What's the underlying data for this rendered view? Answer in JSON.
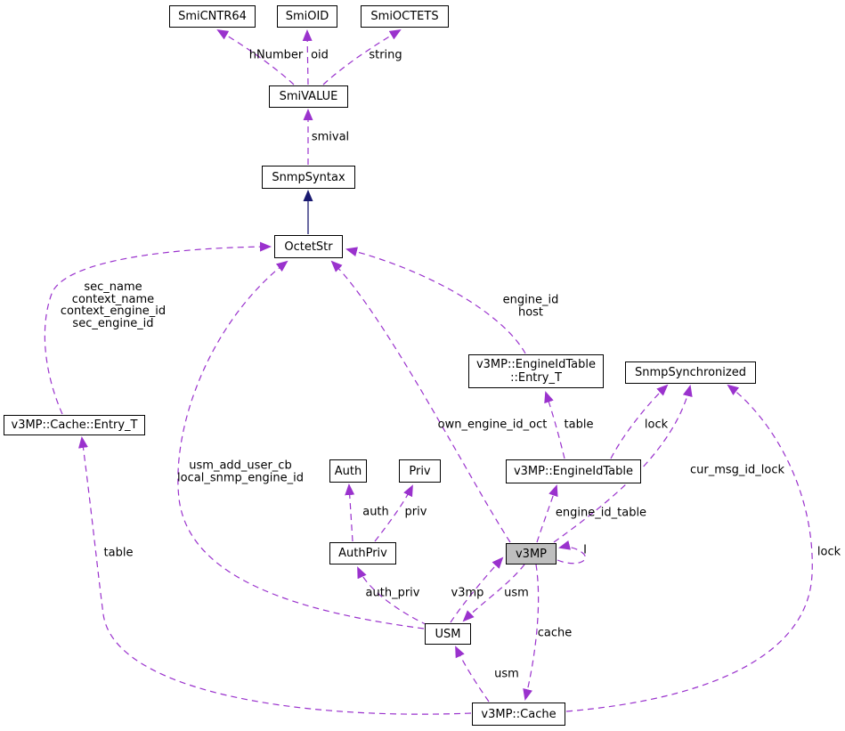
{
  "diagram": {
    "type": "uml-collaboration-diagram",
    "highlighted_node": "v3MP",
    "colors": {
      "background": "#ffffff",
      "usage_edge": "#9a32cd",
      "inheritance_edge": "#191970",
      "node_border": "#000000",
      "node_fill": "#ffffff",
      "highlight_fill": "#bfbfbf",
      "text": "#000000"
    },
    "nodes": [
      {
        "id": "SmiCNTR64",
        "label": "SmiCNTR64"
      },
      {
        "id": "SmiOID",
        "label": "SmiOID"
      },
      {
        "id": "SmiOCTETS",
        "label": "SmiOCTETS"
      },
      {
        "id": "SmiVALUE",
        "label": "SmiVALUE"
      },
      {
        "id": "SnmpSyntax",
        "label": "SnmpSyntax"
      },
      {
        "id": "OctetStr",
        "label": "OctetStr"
      },
      {
        "id": "EngineIdTableEntryT",
        "label": "v3MP::EngineIdTable\n::Entry_T"
      },
      {
        "id": "SnmpSynchronized",
        "label": "SnmpSynchronized"
      },
      {
        "id": "CacheEntryT",
        "label": "v3MP::Cache::Entry_T"
      },
      {
        "id": "Auth",
        "label": "Auth"
      },
      {
        "id": "Priv",
        "label": "Priv"
      },
      {
        "id": "EngineIdTable",
        "label": "v3MP::EngineIdTable"
      },
      {
        "id": "AuthPriv",
        "label": "AuthPriv"
      },
      {
        "id": "v3MP",
        "label": "v3MP"
      },
      {
        "id": "USM",
        "label": "USM"
      },
      {
        "id": "Cache",
        "label": "v3MP::Cache"
      }
    ],
    "edge_labels": [
      {
        "text": "hNumber"
      },
      {
        "text": "oid"
      },
      {
        "text": "string"
      },
      {
        "text": "smival"
      },
      {
        "text": "sec_name\ncontext_name\ncontext_engine_id\nsec_engine_id"
      },
      {
        "text": "engine_id\nhost"
      },
      {
        "text": "own_engine_id_oct"
      },
      {
        "text": "table"
      },
      {
        "text": "lock"
      },
      {
        "text": "cur_msg_id_lock"
      },
      {
        "text": "usm_add_user_cb\nlocal_snmp_engine_id"
      },
      {
        "text": "auth"
      },
      {
        "text": "priv"
      },
      {
        "text": "engine_id_table"
      },
      {
        "text": "table"
      },
      {
        "text": "lock"
      },
      {
        "text": "auth_priv"
      },
      {
        "text": "v3mp"
      },
      {
        "text": "usm"
      },
      {
        "text": "I"
      },
      {
        "text": "cache"
      },
      {
        "text": "usm"
      }
    ]
  }
}
